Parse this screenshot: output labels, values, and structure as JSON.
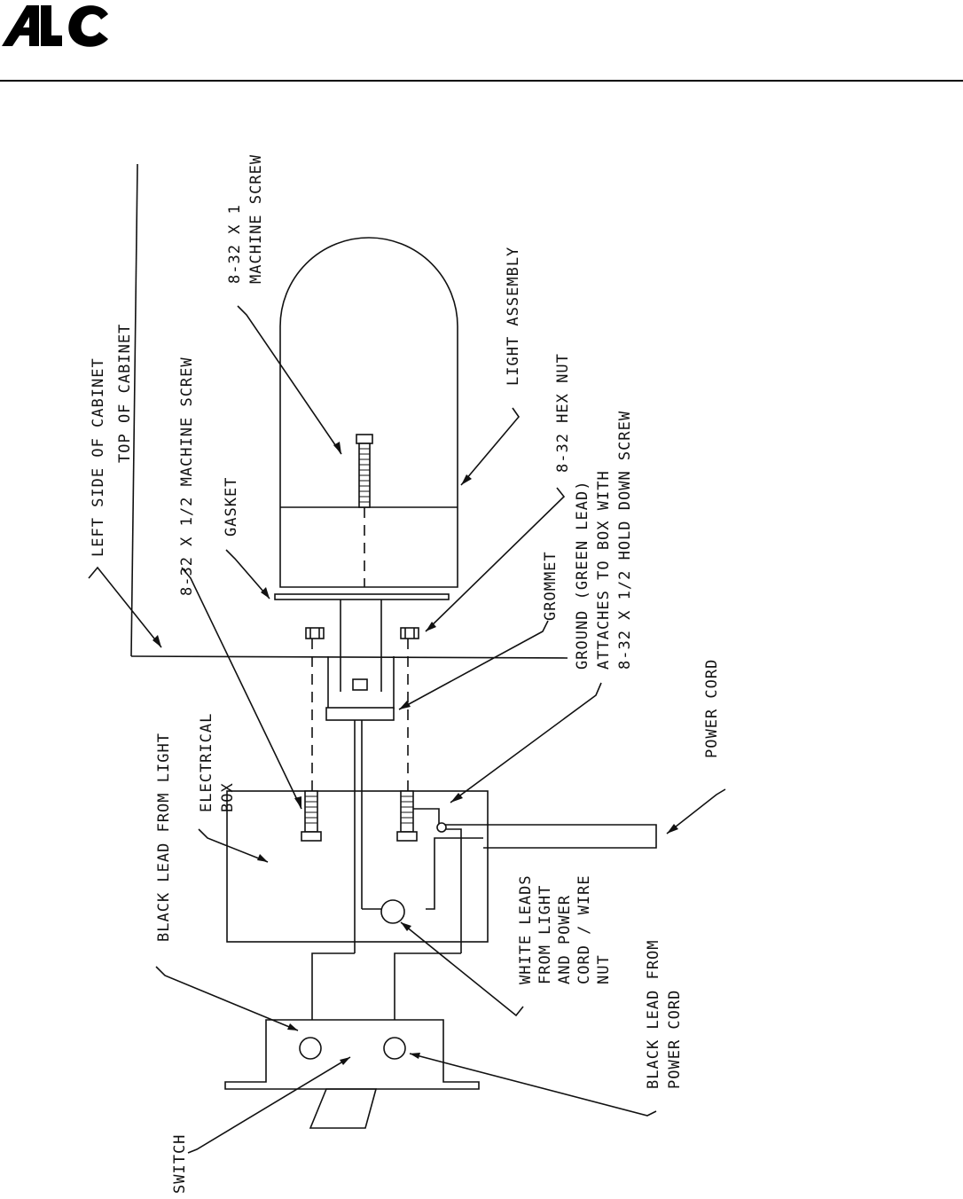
{
  "header": {
    "logo_text": "ALC"
  },
  "labels": {
    "left_side_of_cabinet": "LEFT SIDE OF CABINET",
    "top_of_cabinet": "TOP OF CABINET",
    "machine_screw_1_2": "8-32 X 1/2 MACHINE SCREW",
    "machine_screw_1_line1": "8-32 X 1",
    "machine_screw_1_line2": "MACHINE SCREW",
    "gasket": "GASKET",
    "light_assembly": "LIGHT ASSEMBLY",
    "hex_nut": "8-32 HEX NUT",
    "grommet": "GROMMET",
    "ground_line1": "GROUND (GREEN LEAD)",
    "ground_line2": "ATTACHES TO BOX WITH",
    "ground_line3": "8-32 X 1/2 HOLD DOWN SCREW",
    "power_cord": "POWER CORD",
    "black_lead_from_light": "BLACK LEAD FROM LIGHT",
    "electrical_box_line1": "ELECTRICAL",
    "electrical_box_line2": "BOX",
    "white_leads_line1": "WHITE LEADS",
    "white_leads_line2": "FROM LIGHT",
    "white_leads_line3": "AND POWER",
    "white_leads_line4": "CORD / WIRE",
    "white_leads_line5": "NUT",
    "black_lead_power_line1": "BLACK LEAD FROM",
    "black_lead_power_line2": "POWER CORD",
    "switch": "SWITCH"
  }
}
